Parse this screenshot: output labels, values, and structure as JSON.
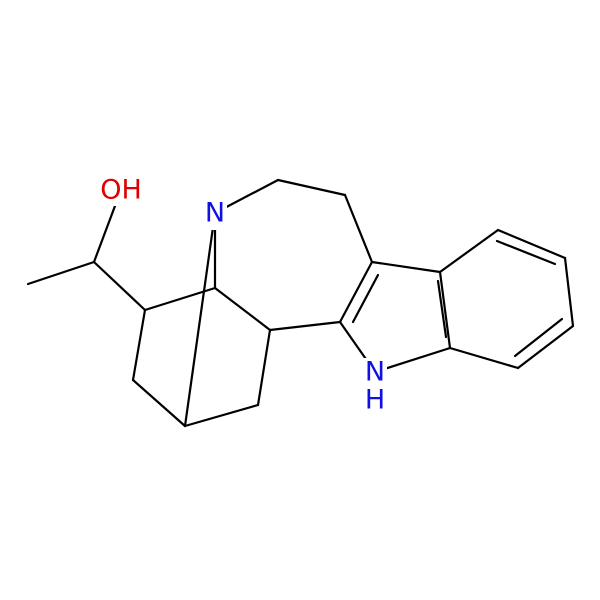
{
  "molecule": {
    "atoms": {
      "oxygen": {
        "label": "OH",
        "color": "#e00000"
      },
      "amine_nitrogen": {
        "label": "N",
        "color": "#1010e0"
      },
      "indole_nitrogen": {
        "label": "N",
        "color": "#1010e0"
      },
      "indole_hydrogen": {
        "label": "H",
        "color": "#1010e0"
      }
    },
    "bond_color": "#000000"
  }
}
